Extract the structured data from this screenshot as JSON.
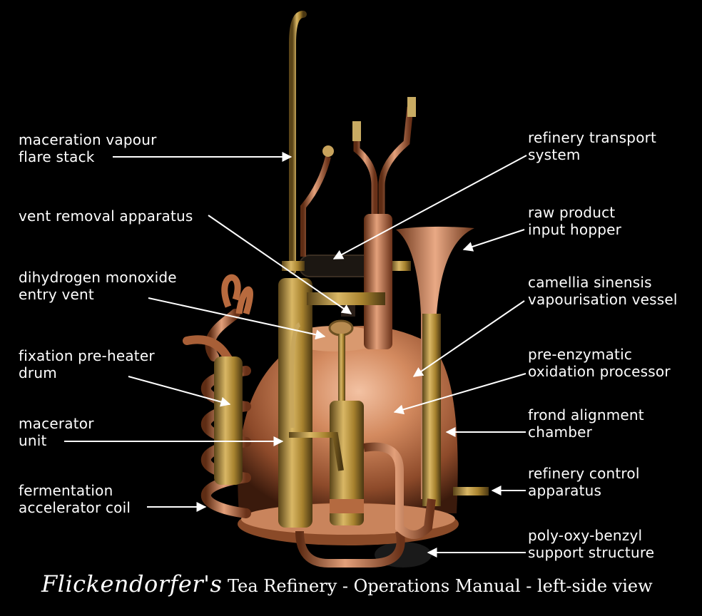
{
  "labels": {
    "flare_stack": "maceration vapour\nflare stack",
    "vent_removal": "vent removal apparatus",
    "entry_vent": "dihydrogen monoxide\nentry vent",
    "pre_heater": "fixation pre-heater\ndrum",
    "macerator": "macerator\nunit",
    "accelerator_coil": "fermentation\naccelerator coil",
    "transport": "refinery transport\nsystem",
    "hopper": "raw product\ninput hopper",
    "vessel": "camellia sinensis\nvapourisation vessel",
    "oxidation": "pre-enzymatic\noxidation processor",
    "frond": "frond alignment\nchamber",
    "control": "refinery control\napparatus",
    "support": "poly-oxy-benzyl\nsupport structure"
  },
  "caption": {
    "brand": "Flickendorfer's",
    "rest": " Tea Refinery - Operations Manual - left-side view"
  },
  "colors": {
    "background": "#000000",
    "copper": "#c47a4f",
    "brass": "#b8943f",
    "label": "#ffffff"
  }
}
